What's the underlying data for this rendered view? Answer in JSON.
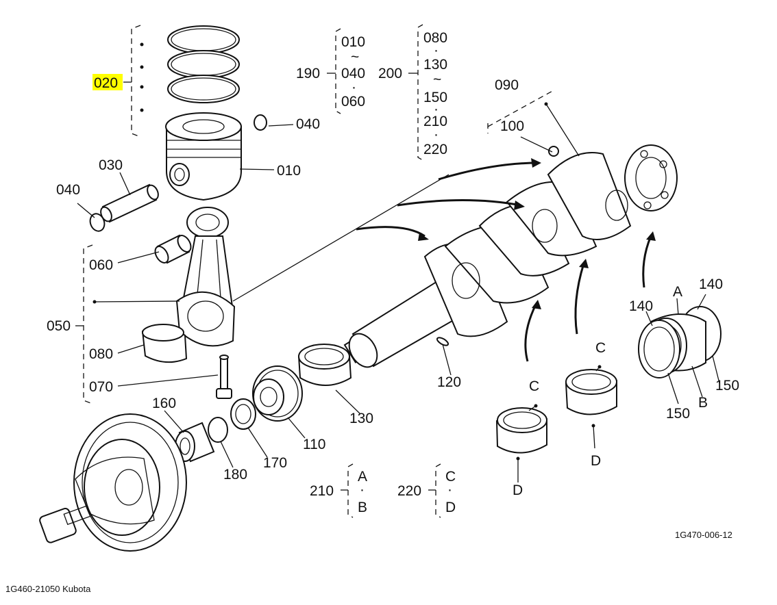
{
  "diagram": {
    "code": "1G470-006-12",
    "caption": "1G460-21050 Kubota",
    "highlight_color": "#ffff00",
    "labels": {
      "p010": "010",
      "p020": "020",
      "p030": "030",
      "p040a": "040",
      "p040b": "040",
      "p050": "050",
      "p060": "060",
      "p070": "070",
      "p080": "080",
      "p090": "090",
      "p100": "100",
      "p110": "110",
      "p120": "120",
      "p130": "130",
      "p140a": "140",
      "p140b": "140",
      "p150a": "150",
      "p150b": "150",
      "p160": "160",
      "p170": "170",
      "p180": "180",
      "p190": "190",
      "p200": "200",
      "p210": "210",
      "p220": "220"
    },
    "group190": {
      "top": "010",
      "tilde": "~",
      "mid": "040",
      "dot": "·",
      "bottom": "060"
    },
    "group200": {
      "a": "080",
      "dot1": "·",
      "b": "130",
      "tilde": "~",
      "c": "150",
      "dot2": "·",
      "d": "210",
      "dot3": "·",
      "e": "220"
    },
    "group210": {
      "a": "A",
      "dot": "·",
      "b": "B"
    },
    "group220": {
      "a": "C",
      "dot": "·",
      "b": "D"
    },
    "letters": {
      "A": "A",
      "B": "B",
      "C1": "C",
      "C2": "C",
      "D1": "D",
      "D2": "D"
    }
  }
}
